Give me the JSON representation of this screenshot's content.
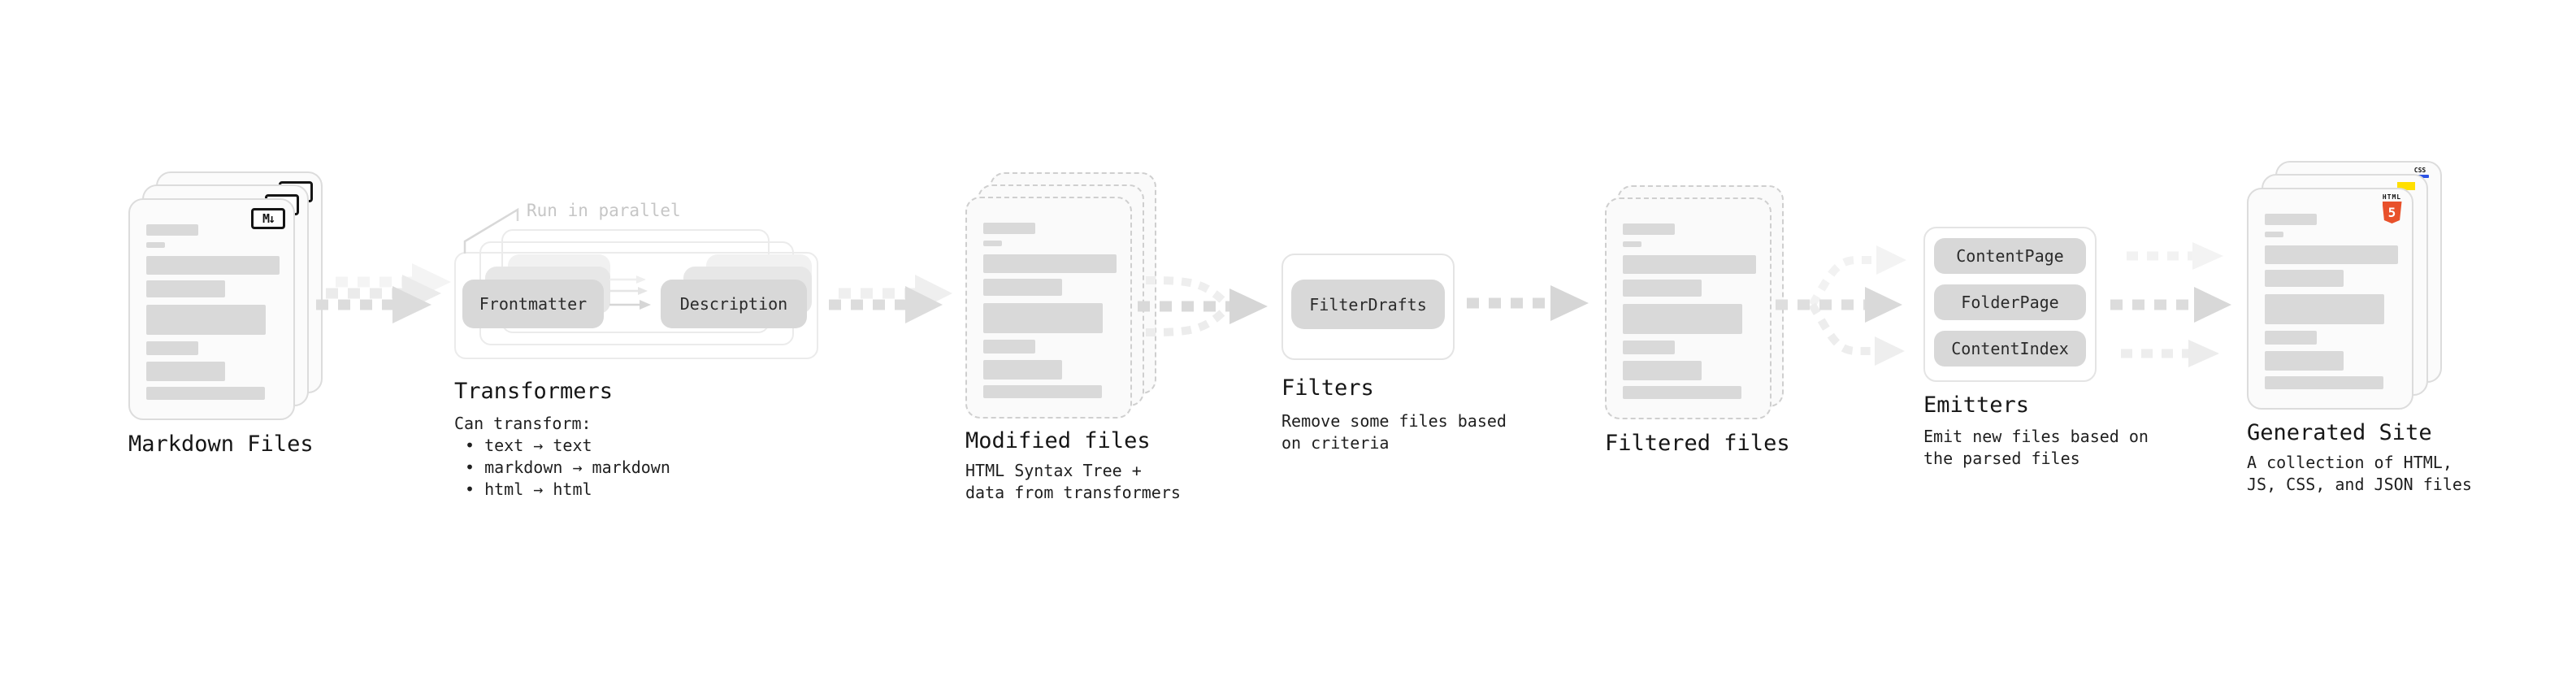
{
  "stages": {
    "markdown": {
      "title": "Markdown Files",
      "icon_label": "M↓"
    },
    "transformers": {
      "title": "Transformers",
      "annotation": "Run in parallel",
      "node1": "Frontmatter",
      "node2": "Description",
      "desc": "Can transform:",
      "bullets": [
        "• text → text",
        "• markdown → markdown",
        "• html → html"
      ]
    },
    "modified": {
      "title": "Modified files",
      "desc": [
        "HTML Syntax Tree +",
        "data from transformers"
      ]
    },
    "filters": {
      "title": "Filters",
      "node": "FilterDrafts",
      "desc": [
        "Remove some files based",
        "on criteria"
      ]
    },
    "filtered": {
      "title": "Filtered files"
    },
    "emitters": {
      "title": "Emitters",
      "nodes": [
        "ContentPage",
        "FolderPage",
        "ContentIndex"
      ],
      "desc": [
        "Emit new files based on",
        "the parsed files"
      ]
    },
    "generated": {
      "title": "Generated Site",
      "desc": [
        "A collection of HTML,",
        "JS, CSS, and JSON files"
      ],
      "css_label": "CSS",
      "html_label": "HTML",
      "html_number": "5"
    }
  },
  "colors": {
    "html5_orange": "#e8512b",
    "js_yellow": "#ffdf00",
    "css_blue": "#2d53e5",
    "skeleton_gray": "#d9d9d9",
    "arrow_gray": "#dcdcdc"
  }
}
